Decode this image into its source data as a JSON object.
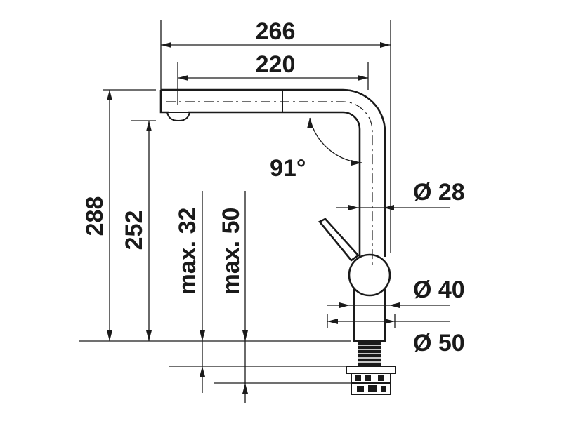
{
  "dimensions": {
    "total_reach": "266",
    "spout_reach": "220",
    "total_height": "288",
    "spout_height": "252",
    "counter_max_thin": "max. 32",
    "counter_max_thick": "max. 50",
    "swivel_angle": "91°",
    "spout_diameter": "Ø 28",
    "body_diameter": "Ø 40",
    "hole_diameter": "Ø 50"
  },
  "colors": {
    "ink": "#1a1a1a",
    "background": "#ffffff"
  }
}
